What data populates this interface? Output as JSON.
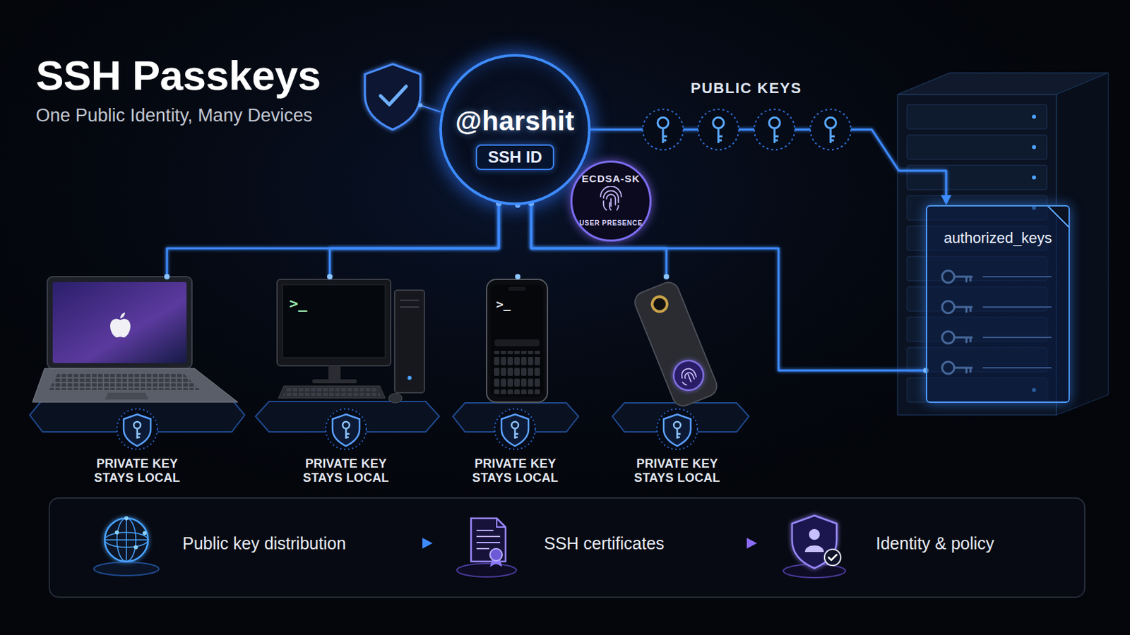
{
  "diagram": {
    "title": "SSH Passkeys",
    "nodes": [
      {
        "text": [
          "@harshit",
          "SSH ID"
        ]
      },
      {
        "text": [
          "ECDSA-SK",
          "USER PRESENCE"
        ]
      },
      {
        "text": [
          "authorized_keys"
        ]
      },
      {
        "text": [
          "PRIVATE KEY STAYS LOCAL"
        ]
      },
      {
        "text": [
          "PRIVATE KEY STAYS LOCAL"
        ]
      },
      {
        "text": [
          "PRIVATE KEY STAYS LOCAL"
        ]
      },
      {
        "text": [
          "PRIVATE KEY STAYS LOCAL"
        ]
      },
      {
        "text": [
          "Public key distribution"
        ]
      },
      {
        "text": [
          "SSH certificates"
        ]
      },
      {
        "text": [
          "Identity & policy"
        ]
      }
    ],
    "edges": [
      {
        "from": 0,
        "to": 2,
        "arrow": "to"
      },
      {
        "from": 0,
        "to": 3,
        "arrow": "none"
      },
      {
        "from": 0,
        "to": 4,
        "arrow": "none"
      },
      {
        "from": 0,
        "to": 5,
        "arrow": "none"
      },
      {
        "from": 0,
        "to": 6,
        "arrow": "none"
      },
      {
        "from": 0,
        "to": 2,
        "arrow": "none"
      },
      {
        "from": 7,
        "to": 8,
        "arrow": "to"
      },
      {
        "from": 8,
        "to": 9,
        "arrow": "to"
      }
    ],
    "labels": [
      "One Public Identity, Many Devices",
      "PUBLIC KEYS",
      ">_",
      ">_"
    ]
  }
}
